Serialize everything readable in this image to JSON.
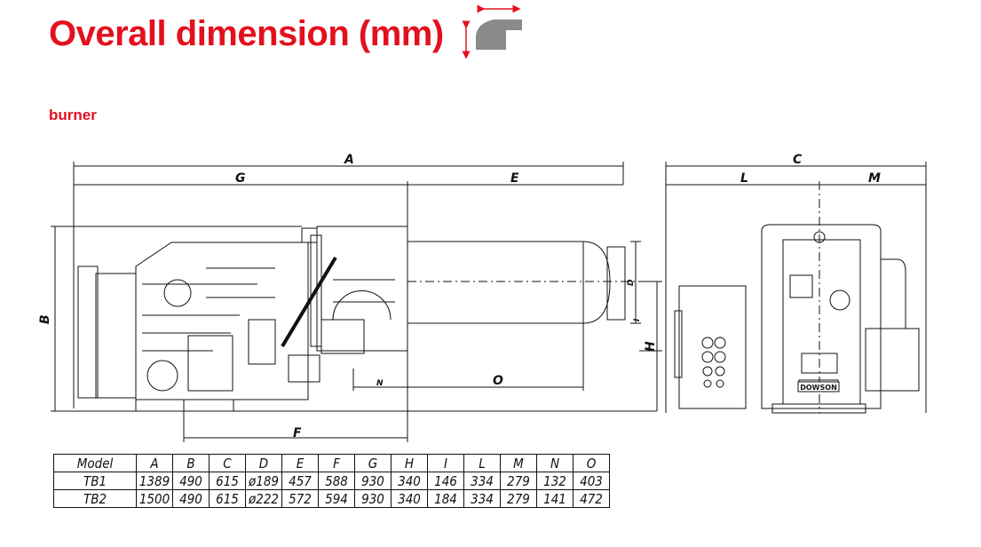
{
  "header": {
    "title": "Overall dimension (mm)",
    "subtitle": "burner"
  },
  "colors": {
    "accent": "#e3101e",
    "icon_gray": "#8a8a8a",
    "line": "#111111"
  },
  "icons": {
    "title_icon": "burner-direction-icon"
  },
  "drawing": {
    "dimension_labels": {
      "A": "A",
      "B": "B",
      "C": "C",
      "D": "D",
      "E": "E",
      "F": "F",
      "G": "G",
      "H": "H",
      "I": "I",
      "L": "L",
      "M": "M",
      "N": "N",
      "O": "O"
    },
    "brand_plate": "DOWSON"
  },
  "table": {
    "headers": [
      "Model",
      "A",
      "B",
      "C",
      "D",
      "E",
      "F",
      "G",
      "H",
      "I",
      "L",
      "M",
      "N",
      "O"
    ],
    "rows": [
      [
        "TB1",
        "1389",
        "490",
        "615",
        "ø189",
        "457",
        "588",
        "930",
        "340",
        "146",
        "334",
        "279",
        "132",
        "403"
      ],
      [
        "TB2",
        "1500",
        "490",
        "615",
        "ø222",
        "572",
        "594",
        "930",
        "340",
        "184",
        "334",
        "279",
        "141",
        "472"
      ]
    ]
  }
}
